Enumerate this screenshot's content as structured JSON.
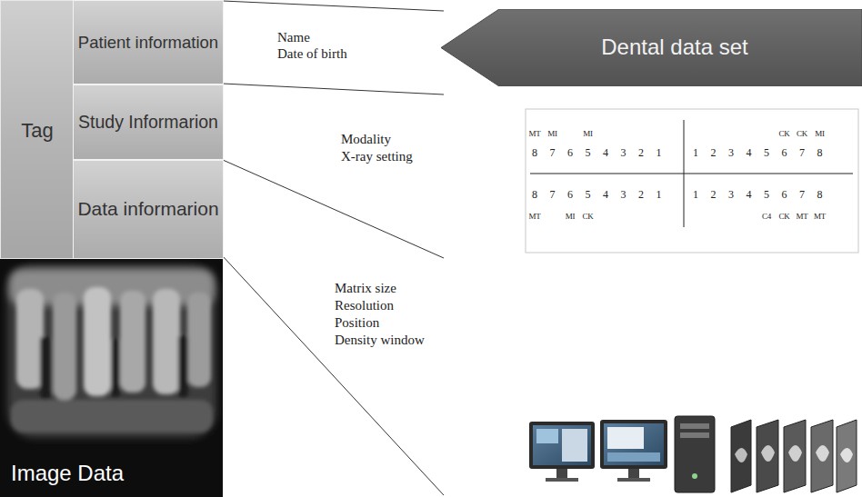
{
  "diagram": {
    "nodes": [
      {
        "text": [
          "Tag"
        ]
      },
      {
        "text": [
          "Patient information"
        ],
        "in": 0
      },
      {
        "text": [
          "Study Informarion"
        ],
        "in": 0
      },
      {
        "text": [
          "Data informarion"
        ],
        "in": 0
      },
      {
        "text": [
          "Image Data"
        ]
      },
      {
        "text": [
          "Dental data set"
        ]
      }
    ],
    "labels": [
      "Name",
      "Date of birth",
      "MT",
      "MI",
      "MI",
      "CK",
      "CK",
      "MI",
      "8",
      "7",
      "6",
      "5",
      "4",
      "3",
      "2",
      "1",
      "1",
      "2",
      "3",
      "4",
      "5",
      "6",
      "7",
      "8",
      "8",
      "7",
      "6",
      "5",
      "4",
      "3",
      "2",
      "1",
      "1",
      "2",
      "3",
      "4",
      "5",
      "6",
      "7",
      "8",
      "MT",
      "MI",
      "CK",
      "C4",
      "CK",
      "MT",
      "MT",
      "Modality",
      "X-ray setting",
      "Matrix size",
      "Resolution",
      "Position",
      "Density window"
    ]
  }
}
